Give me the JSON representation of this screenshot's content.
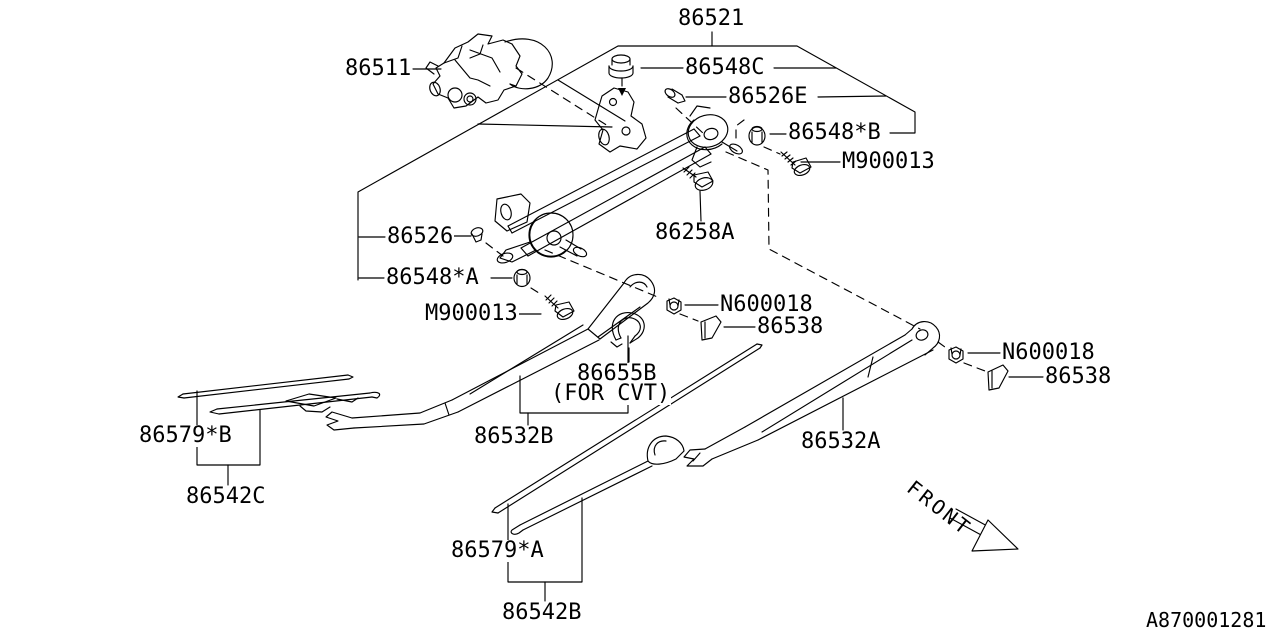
{
  "diagram": {
    "drawing_number": "A870001281",
    "front_indicator": "FRONT"
  },
  "labels": {
    "assembly": "86521",
    "motor": "86511",
    "grommet_c": "86548C",
    "pin_e": "86526E",
    "grommet_b": "86548*B",
    "screw_b": "M900013",
    "pivot_bolt": "86258A",
    "pin": "86526",
    "grommet_a": "86548*A",
    "screw_a": "M900013",
    "nut_left": "N600018",
    "pivot_cap_left": "86538",
    "cvt_clip": "86655B",
    "cvt_clip_note": "(FOR CVT)",
    "arm_left": "86532B",
    "refill_left": "86579*B",
    "blade_left": "86542C",
    "arm_right": "86532A",
    "nut_right": "N600018",
    "pivot_cap_right": "86538",
    "refill_bottom": "86579*A",
    "blade_bottom": "86542B"
  }
}
